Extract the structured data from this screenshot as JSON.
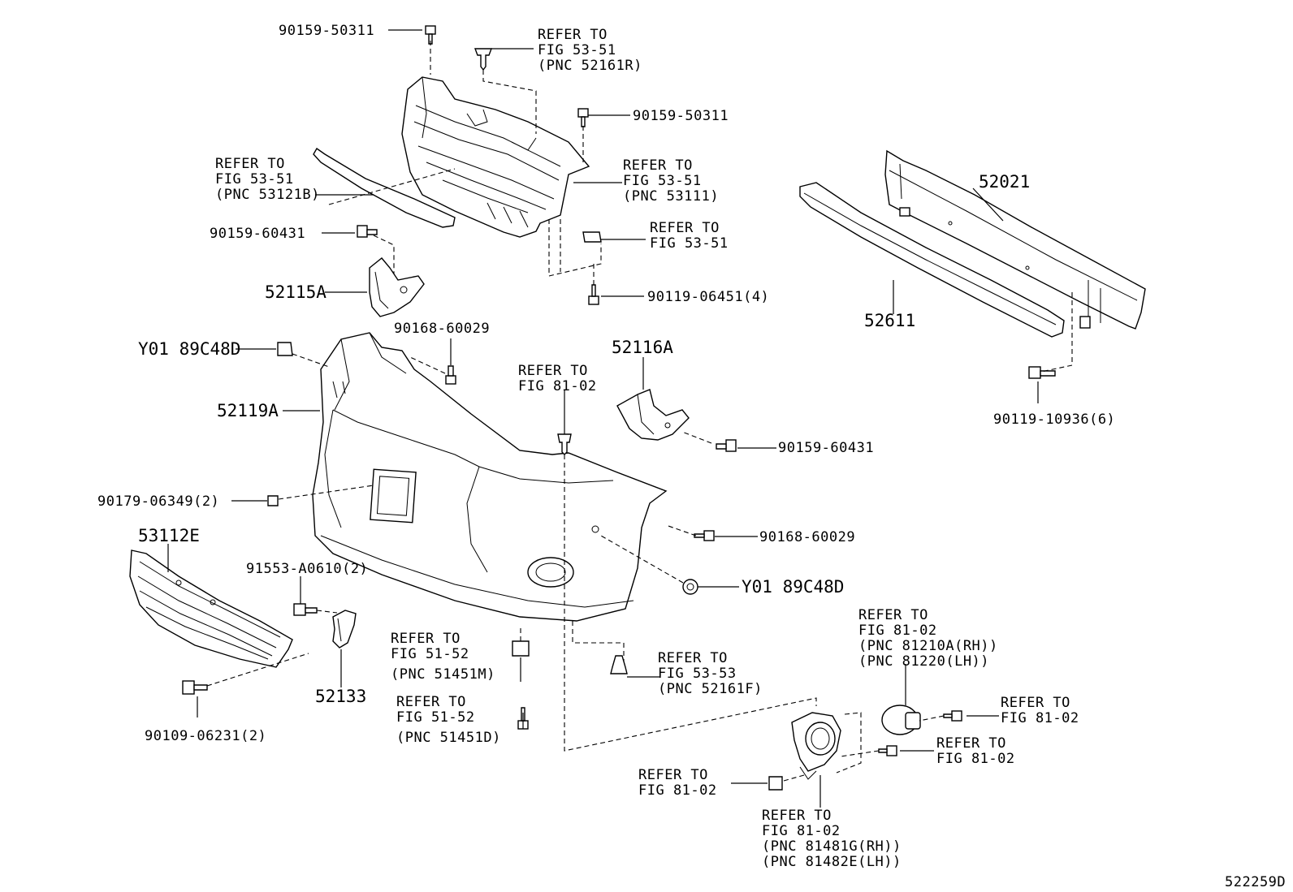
{
  "diagram_id": "522259D",
  "labels": {
    "p_9015950311_a": "90159-50311",
    "p_9015950311_b": "90159-50311",
    "refer_5351_clip": [
      "REFER TO",
      "FIG 53-51",
      "(PNC 52161R)"
    ],
    "refer_5351_moulding": [
      "REFER TO",
      "FIG 53-51",
      "(PNC 53121B)"
    ],
    "refer_5351_grille": [
      "REFER TO",
      "FIG 53-51",
      "(PNC 53111)"
    ],
    "refer_5351_nut": [
      "REFER TO",
      "FIG 53-51"
    ],
    "p_9015960431_a": "90159-60431",
    "p_52115A": "52115A",
    "p_9011906451": "90119-06451(4)",
    "p_52021": "52021",
    "p_52611": "52611",
    "p_9011910936": "90119-10936(6)",
    "p_Y0189C48D_a": "Y01 89C48D",
    "p_9016860029_a": "90168-60029",
    "p_52116A": "52116A",
    "refer_8102_clip": [
      "REFER TO",
      "FIG 81-02"
    ],
    "p_52119A": "52119A",
    "p_9015960431_b": "90159-60431",
    "p_9017906349": "90179-06349(2)",
    "p_53112E": "53112E",
    "p_91553A0610": "91553-A0610(2)",
    "p_9016860029_b": "90168-60029",
    "p_Y0189C48D_b": "Y01 89C48D",
    "refer_8102_lamp": [
      "REFER TO",
      "FIG 81-02",
      "(PNC 81210A(RH))",
      "(PNC 81220(LH))"
    ],
    "refer_5152_m": [
      "REFER TO",
      "FIG 51-52",
      "(PNC 51451M)"
    ],
    "refer_5353": [
      "REFER TO",
      "FIG 53-53",
      "(PNC 52161F)"
    ],
    "p_52133": "52133",
    "refer_5152_d": [
      "REFER TO",
      "FIG 51-52",
      "(PNC 51451D)"
    ],
    "refer_8102_bulb": [
      "REFER TO",
      "FIG 81-02"
    ],
    "refer_8102_screw": [
      "REFER TO",
      "FIG 81-02"
    ],
    "p_9010906231": "90109-06231(2)",
    "refer_8102_nut": [
      "REFER TO",
      "FIG 81-02"
    ],
    "refer_8102_bracket": [
      "REFER TO",
      "FIG 81-02",
      "(PNC 81481G(RH))",
      "(PNC 81482E(LH))"
    ]
  }
}
